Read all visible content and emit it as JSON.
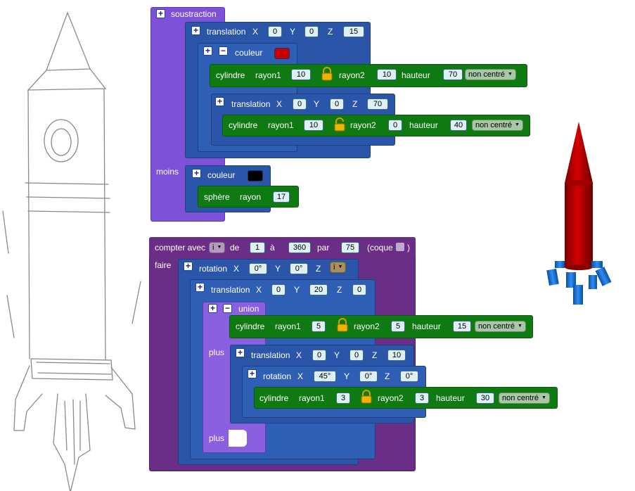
{
  "colors": {
    "red": "#cc0000",
    "black": "#000000",
    "purple": "#7d52d8",
    "navy": "#2a55a8",
    "green": "#107a12",
    "violet": "#6a2e86",
    "rocket": "#c40000",
    "fins": "#1a6fd8"
  },
  "sub": {
    "title": "soustraction",
    "moins": "moins",
    "t1": {
      "label": "translation",
      "x": "X",
      "xv": "0",
      "y": "Y",
      "yv": "0",
      "z": "Z",
      "zv": "15"
    },
    "couleur": "couleur",
    "c1": {
      "label": "cylindre",
      "r1": "rayon1",
      "r1v": "10",
      "r2": "rayon2",
      "r2v": "10",
      "h": "hauteur",
      "hv": "70",
      "mode": "non centré"
    },
    "t2": {
      "label": "translation",
      "x": "X",
      "xv": "0",
      "y": "Y",
      "yv": "0",
      "z": "Z",
      "zv": "70"
    },
    "c2": {
      "label": "cylindre",
      "r1": "rayon1",
      "r1v": "10",
      "r2": "rayon2",
      "r2v": "0",
      "h": "hauteur",
      "hv": "40",
      "mode": "non centré"
    },
    "couleur2": "couleur",
    "sphere": {
      "label": "sphère",
      "r": "rayon",
      "rv": "17"
    }
  },
  "loop": {
    "compter": "compter avec",
    "var": "i",
    "de": "de",
    "from": "1",
    "a": "à",
    "to": "360",
    "par": "par",
    "step": "75",
    "coque": "(coque",
    "close": ")",
    "faire": "faire",
    "rot1": {
      "label": "rotation",
      "x": "X",
      "xv": "0°",
      "y": "Y",
      "yv": "0°",
      "z": "Z",
      "zv": "i"
    },
    "t3": {
      "label": "translation",
      "x": "X",
      "xv": "0",
      "y": "Y",
      "yv": "20",
      "z": "Z",
      "zv": "0"
    },
    "union": "union",
    "plus": "plus",
    "plus2": "plus",
    "c3": {
      "label": "cylindre",
      "r1": "rayon1",
      "r1v": "5",
      "r2": "rayon2",
      "r2v": "5",
      "h": "hauteur",
      "hv": "15",
      "mode": "non centré"
    },
    "t4": {
      "label": "translation",
      "x": "X",
      "xv": "0",
      "y": "Y",
      "yv": "0",
      "z": "Z",
      "zv": "10"
    },
    "rot2": {
      "label": "rotation",
      "x": "X",
      "xv": "45°",
      "y": "Y",
      "yv": "0°",
      "z": "Z",
      "zv": "0°"
    },
    "c4": {
      "label": "cylindre",
      "r1": "rayon1",
      "r1v": "3",
      "r2": "rayon2",
      "r2v": "3",
      "h": "hauteur",
      "hv": "30",
      "mode": "non centré"
    }
  },
  "pm": {
    "plus": "+",
    "minus": "−"
  }
}
